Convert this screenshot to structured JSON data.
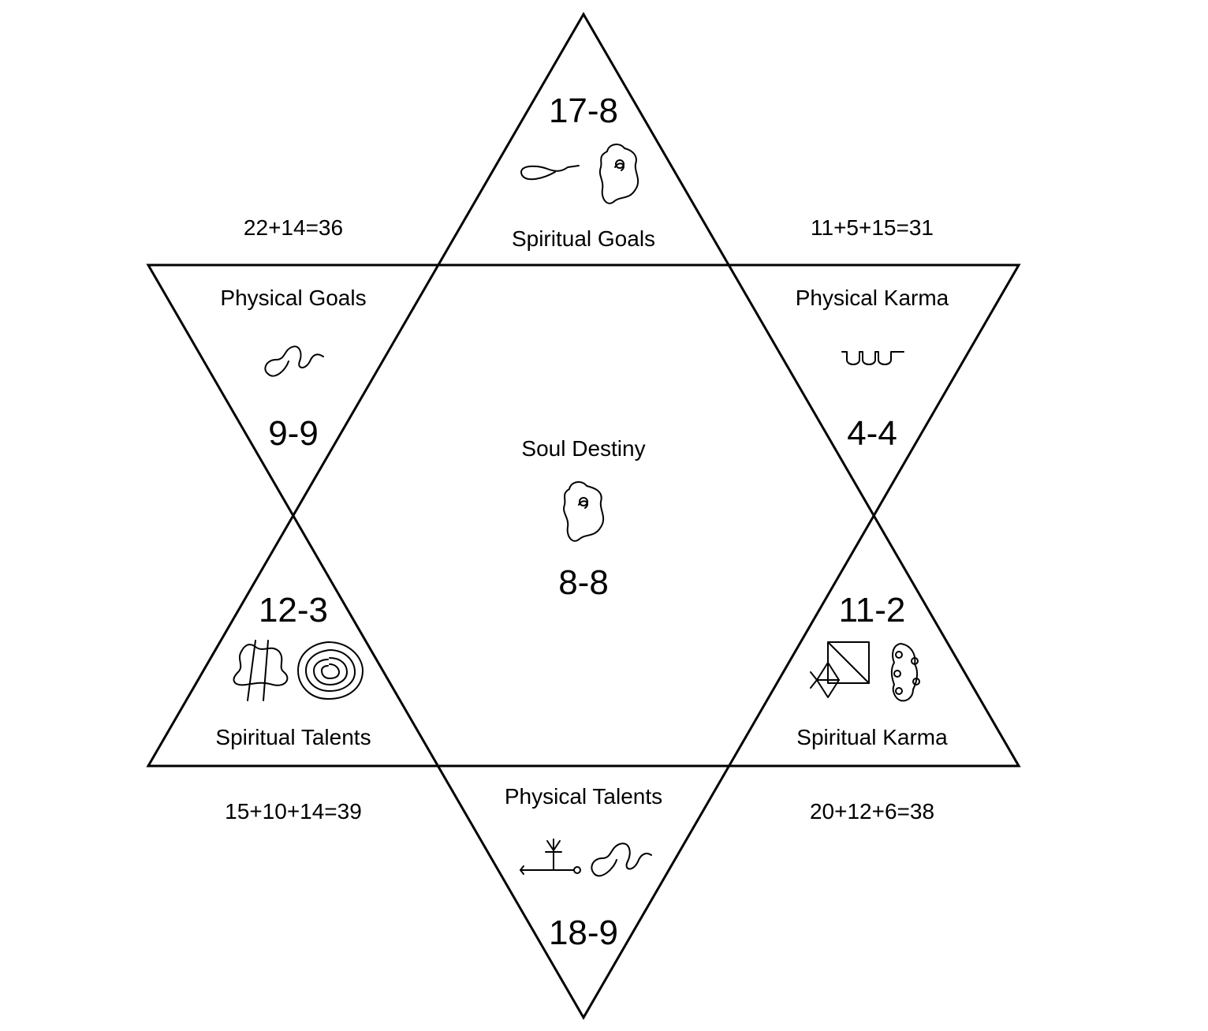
{
  "diagram": {
    "top": {
      "number": "17-8",
      "label": "Spiritual Goals",
      "symbols": [
        "wave-stroke-glyph",
        "blob-knot-glyph"
      ]
    },
    "upper_left": {
      "number": "9-9",
      "label": "Physical Goals",
      "symbols": [
        "squiggle-glyph"
      ]
    },
    "upper_right": {
      "number": "4-4",
      "label": "Physical Karma",
      "symbols": [
        "triple-cup-glyph"
      ]
    },
    "center": {
      "number": "8-8",
      "label": "Soul Destiny",
      "symbols": [
        "blob-knot-glyph"
      ]
    },
    "lower_left": {
      "number": "12-3",
      "label": "Spiritual Talents",
      "symbols": [
        "vase-lines-glyph",
        "spiral-glyph"
      ]
    },
    "lower_right": {
      "number": "11-2",
      "label": "Spiritual Karma",
      "symbols": [
        "fish-square-glyph",
        "chain-loops-glyph"
      ]
    },
    "bottom": {
      "number": "18-9",
      "label": "Physical Talents",
      "symbols": [
        "trident-line-glyph",
        "squiggle-glyph"
      ]
    },
    "equations": {
      "upper_left": "22+14=36",
      "upper_right": "11+5+15=31",
      "lower_left": "15+10+14=39",
      "lower_right": "20+12+6=38"
    },
    "line_color": "#000000",
    "background": "#ffffff"
  }
}
